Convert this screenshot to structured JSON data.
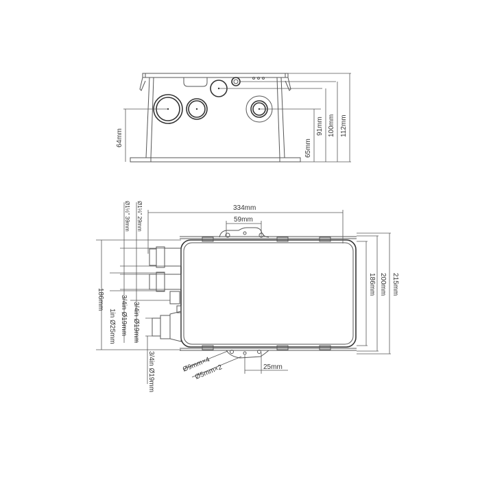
{
  "drawing": {
    "front_view": {
      "dimensions": {
        "left_height": "64mm",
        "outlet_height": "65mm",
        "inlet_small_height": "91mm",
        "top_port_height": "100mm",
        "overall_height": "112mm"
      }
    },
    "top_view": {
      "dimensions": {
        "overall_length": "334mm",
        "mount_spacing": "59mm",
        "body_width": "186mm",
        "tab_width": "200mm",
        "overall_width": "215mm",
        "left_width": "186mm",
        "hole_spacing": "25mm",
        "inlet_large": "Ø1½\" 39mm",
        "inlet_medium": "Ø1⅛\" 29mm",
        "port_1": "3/4in Ø19mm",
        "port_2": "3/4in Ø19mm",
        "port_3": "1in Ø25mm",
        "outlet": "3/4in Ø19mm",
        "mount_holes": "Ø9mm×4",
        "screw_holes": "Ø5mm×2"
      }
    }
  }
}
